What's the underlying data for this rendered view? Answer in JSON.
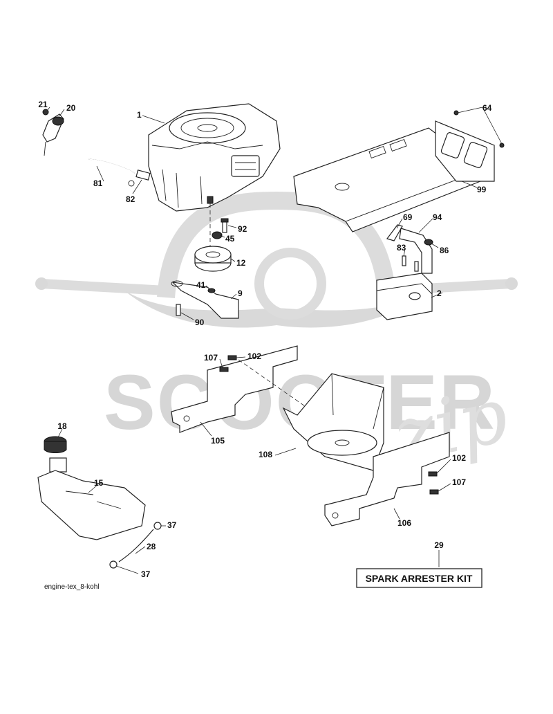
{
  "watermark": {
    "brand": "SCOOTER",
    "script": "zip"
  },
  "file_label": "engine-tex_8-kohl",
  "kit_box": {
    "number": "29",
    "label": "SPARK ARRESTER KIT"
  },
  "callouts": {
    "c1": "1",
    "c21": "21",
    "c20": "20",
    "c81": "81",
    "c82": "82",
    "c92": "92",
    "c45": "45",
    "c12": "12",
    "c41": "41",
    "c9": "9",
    "c90": "90",
    "c64": "64",
    "c99": "99",
    "c69": "69",
    "c94": "94",
    "c83": "83",
    "c86": "86",
    "c2": "2",
    "c107a": "107",
    "c102a": "102",
    "c105": "105",
    "c108": "108",
    "c102b": "102",
    "c107b": "107",
    "c106": "106",
    "c18": "18",
    "c15": "15",
    "c37a": "37",
    "c28": "28",
    "c37b": "37"
  },
  "colors": {
    "line": "#222222",
    "watermark": "#d9d9d9"
  }
}
